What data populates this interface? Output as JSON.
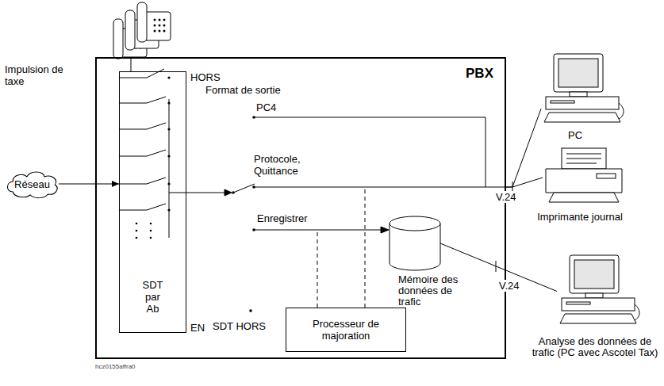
{
  "diagram": {
    "nodes": [
      {
        "text": [
          "Réseau"
        ]
      },
      {
        "text": [
          "PBX"
        ]
      },
      {
        "text": [
          "SDT par Ab"
        ],
        "in": 1
      },
      {
        "text": [
          "Processeur de majoration"
        ],
        "in": 1
      },
      {
        "text": [
          "Mémoire des données de trafic"
        ],
        "in": 1
      },
      {
        "text": [
          "PC"
        ]
      },
      {
        "text": [
          "Imprimante journal"
        ]
      },
      {
        "text": [
          "Analyse des données de trafic (PC avec Ascotel Tax)"
        ]
      }
    ],
    "edges": [
      {
        "from": 0,
        "to": 2,
        "arrow": "to"
      },
      {
        "from": 4,
        "to": 7,
        "label": "V.24",
        "arrow": "none"
      },
      {
        "from": 1,
        "to": 5,
        "label": "V.24",
        "arrow": "none"
      },
      {
        "from": 1,
        "to": 6,
        "arrow": "none"
      }
    ],
    "labels": [
      "Impulsion de taxe",
      "HORS",
      "EN",
      "Format de sortie",
      "PC4",
      "Protocole, Quittance",
      "Enregistrer",
      "SDT HORS",
      "hcz0155affra0"
    ]
  }
}
